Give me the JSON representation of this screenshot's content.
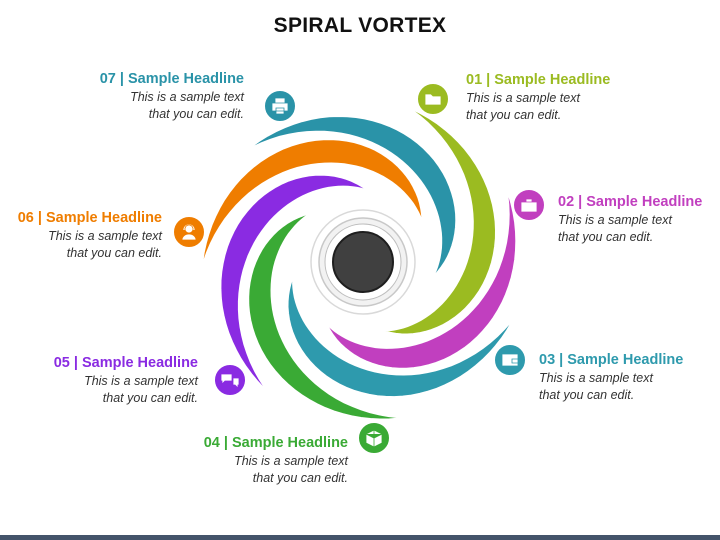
{
  "title": "SPIRAL VORTEX",
  "items": [
    {
      "number": "01",
      "headline": "Sample Headline",
      "line1": "This is a sample text",
      "line2": "that you can edit.",
      "color": "#9bbb21",
      "icon": "folder-icon"
    },
    {
      "number": "02",
      "headline": "Sample Headline",
      "line1": "This is a sample text",
      "line2": "that you can edit.",
      "color": "#c13fbf",
      "icon": "briefcase-icon"
    },
    {
      "number": "03",
      "headline": "Sample Headline",
      "line1": "This is a sample text",
      "line2": "that you can edit.",
      "color": "#2e9aad",
      "icon": "wallet-icon"
    },
    {
      "number": "04",
      "headline": "Sample Headline",
      "line1": "This is a sample text",
      "line2": "that you can edit.",
      "color": "#3aaa35",
      "icon": "box-icon"
    },
    {
      "number": "05",
      "headline": "Sample Headline",
      "line1": "This is a sample text",
      "line2": "that you can edit.",
      "color": "#8a2be2",
      "icon": "chat-icon"
    },
    {
      "number": "06",
      "headline": "Sample Headline",
      "line1": "This is a sample text",
      "line2": "that you can edit.",
      "color": "#ef7d00",
      "icon": "user-support-icon"
    },
    {
      "number": "07",
      "headline": "Sample Headline",
      "line1": "This is a sample text",
      "line2": "that you can edit.",
      "color": "#2a93a8",
      "icon": "printer-icon"
    }
  ]
}
